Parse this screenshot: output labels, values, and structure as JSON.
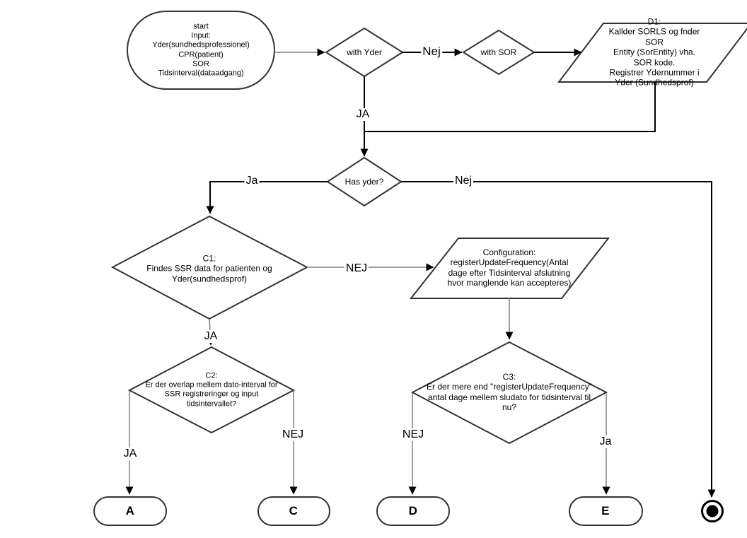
{
  "colors": {
    "line_primary": "#000000",
    "line_secondary": "#808080",
    "shape_border": "#333333",
    "background": "#ffffff"
  },
  "nodes": {
    "start": {
      "text": "start\nInput:\nYder(sundhedsprofessionel)\nCPR(patient)\nSOR\nTidsinterval(dataadgang)"
    },
    "with_yder": {
      "text": "with Yder"
    },
    "with_sor": {
      "text": "with SOR"
    },
    "d1": {
      "text": "D1:\nKallder SORLS og fnder SOR\nEntity (SorEntity) vha. SOR kode.\nRegistrer Ydernummer i\nYder (Sundhedsprof)"
    },
    "has_yder": {
      "text": "Has yder?"
    },
    "c1": {
      "text": "C1:\nFindes SSR data for patienten og\nYder(sundhedsprof)"
    },
    "configuration": {
      "text": "Configuration:\nregisterUpdateFrequency(Antal\ndage efter Tidsinterval afslutning\nhvor manglende kan accepteres)"
    },
    "c2": {
      "text": "C2:\nEr der overlap mellem dato-interval for\nSSR registreringer og input\ntidsintervallet?"
    },
    "c3": {
      "text": "C3:\nEr der mere end \"registerUpdateFrequency\"\nantal dage mellem sludato for tidsinterval til\nnu?"
    },
    "terminal_a": {
      "text": "A"
    },
    "terminal_c": {
      "text": "C"
    },
    "terminal_d": {
      "text": "D"
    },
    "terminal_e": {
      "text": "E"
    }
  },
  "edge_labels": {
    "with_yder_nej": "Nej",
    "with_yder_ja": "JA",
    "has_yder_ja": "Ja",
    "has_yder_nej": "Nej",
    "c1_nej": "NEJ",
    "c1_ja": "JA",
    "c2_ja": "JA",
    "c2_nej": "NEJ",
    "c3_nej": "NEJ",
    "c3_ja": "Ja"
  }
}
